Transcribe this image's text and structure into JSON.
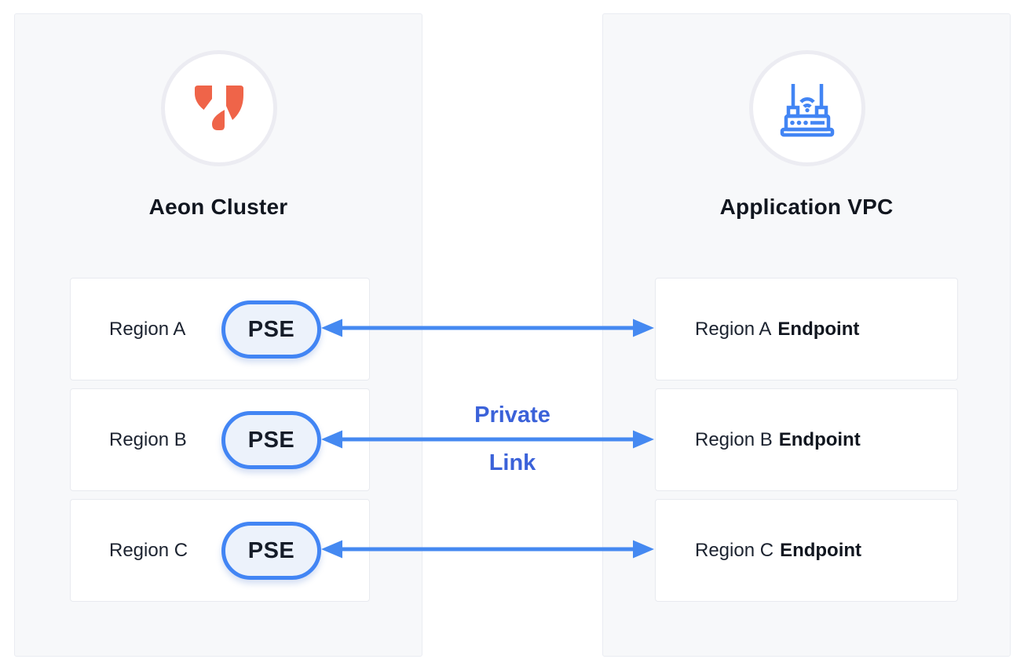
{
  "colors": {
    "arrow_blue": "#4589f1",
    "pill_border_blue": "#4285f4",
    "pill_fill": "#ecf2fb",
    "private_link_text_blue": "#3b62d9",
    "logo_coral": "#ef6449",
    "router_icon_blue": "#4285f4",
    "panel_background": "#f7f8fa",
    "row_background": "#ffffff"
  },
  "left_panel": {
    "title": "Aeon Cluster",
    "icon": "aeon-logo-icon",
    "rows": [
      {
        "region": "Region A",
        "badge": "PSE"
      },
      {
        "region": "Region B",
        "badge": "PSE"
      },
      {
        "region": "Region C",
        "badge": "PSE"
      }
    ]
  },
  "right_panel": {
    "title": "Application VPC",
    "icon": "router-icon",
    "rows": [
      {
        "region": "Region A",
        "suffix": "Endpoint"
      },
      {
        "region": "Region B",
        "suffix": "Endpoint"
      },
      {
        "region": "Region C",
        "suffix": "Endpoint"
      }
    ]
  },
  "connector": {
    "label_line1": "Private",
    "label_line2": "Link"
  }
}
